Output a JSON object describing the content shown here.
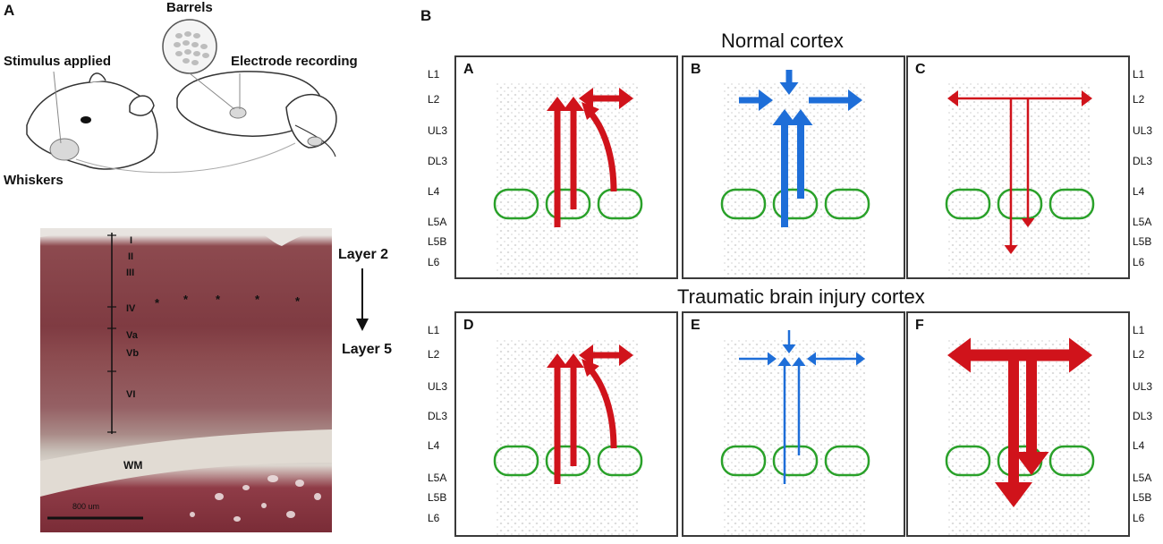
{
  "panel_a": {
    "letter": "A",
    "labels": {
      "barrels": "Barrels",
      "stimulus": "Stimulus applied",
      "electrode": "Electrode recording",
      "whiskers": "Whiskers"
    },
    "histology": {
      "layers": [
        "I",
        "II",
        "III",
        "IV",
        "Va",
        "Vb",
        "VI"
      ],
      "wm": "WM",
      "scale": "800 um",
      "asterisk": "*"
    },
    "arrow_top": "Layer 2",
    "arrow_bottom": "Layer 5"
  },
  "panel_b": {
    "letter": "B",
    "normal_title": "Normal cortex",
    "tbi_title": "Traumatic brain injury cortex",
    "layer_labels": [
      "L1",
      "L2",
      "UL3",
      "DL3",
      "L4",
      "L5A",
      "L5B",
      "L6"
    ],
    "boxes_top": [
      "A",
      "B",
      "C"
    ],
    "boxes_bottom": [
      "D",
      "E",
      "F"
    ]
  },
  "colors": {
    "red_arrow": "#d0131b",
    "blue_arrow": "#1e6ed8",
    "barrel": "#2aa12a",
    "histology_dark": "#7f3b42"
  }
}
